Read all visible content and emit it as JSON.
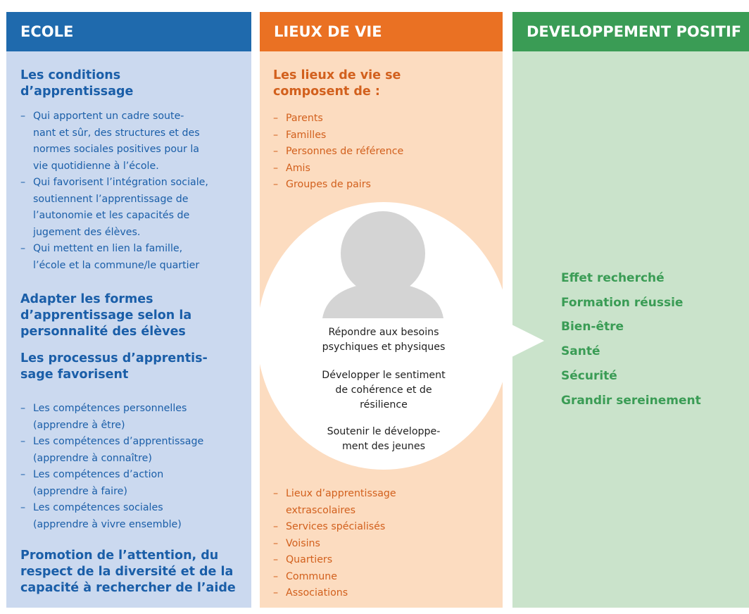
{
  "ecole": {
    "header": "ECOLE",
    "conditions_title": [
      "Les conditions",
      "d’apprentissage"
    ],
    "conditions_items": [
      [
        "Qui apportent un cadre soute-",
        "nant et sûr, des structures et des",
        "normes sociales positives pour la",
        "vie quotidienne à l’école."
      ],
      [
        "Qui favorisent l’intégration sociale,",
        "soutiennent l’apprentissage de",
        "l’autonomie et les capacités de",
        "jugement des élèves."
      ],
      [
        "Qui mettent en lien la famille,",
        "l’école et la commune/le quartier"
      ]
    ],
    "adapt_title": [
      "Adapter les formes",
      "d’apprentissage selon la",
      "personnalité des élèves"
    ],
    "process_title": [
      "Les processus d’apprentis-",
      "sage favorisent"
    ],
    "process_items": [
      [
        "Les compétences personnelles",
        "(apprendre à être)"
      ],
      [
        "Les compétences d’apprentissage",
        "(apprendre à connaître)"
      ],
      [
        "Les compétences d’action",
        "(apprendre à faire)"
      ],
      [
        "Les compétences sociales",
        "(apprendre à vivre ensemble)"
      ]
    ],
    "promotion_title": [
      "Promotion de l’attention, du",
      "respect de la diversité et de la",
      "capacité à rechercher de l’aide"
    ]
  },
  "lieux": {
    "header": "LIEUX DE VIE",
    "title": [
      "Les lieux de vie se",
      "composent de :"
    ],
    "top_items": [
      "Parents",
      "Familles",
      "Personnes de référence",
      "Amis",
      "Groupes de pairs"
    ],
    "bottom_items": [
      [
        "Lieux d’apprentissage",
        "extrascolaires"
      ],
      [
        "Services spécialisés"
      ],
      [
        "Voisins"
      ],
      [
        "Quartiers"
      ],
      [
        "Commune"
      ],
      [
        "Associations"
      ]
    ]
  },
  "center": {
    "icon": "person-silhouette-icon",
    "text1": [
      "Répondre aux besoins",
      "psychiques et physiques"
    ],
    "text2": [
      "Développer le sentiment",
      "de cohérence et de",
      "résilience"
    ],
    "text3": [
      "Soutenir le développe-",
      "ment des jeunes"
    ]
  },
  "developpement": {
    "header": "DEVELOPPEMENT POSITIF",
    "outcomes": [
      "Effet recherché",
      "Formation réussie",
      "Bien-être",
      "Santé",
      "Sécurité",
      "Grandir sereinement"
    ]
  },
  "colors": {
    "ecole_header": "#1f6aad",
    "ecole_body": "#cbd9ef",
    "lieux_header": "#ea7123",
    "lieux_body": "#fcdcc0",
    "dev_header": "#3a9c55",
    "dev_body": "#cae3cb"
  }
}
